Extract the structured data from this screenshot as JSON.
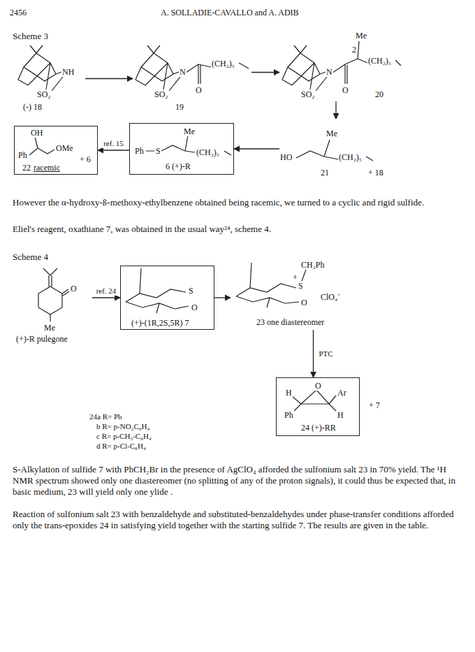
{
  "diagram": {
    "nodes": [
      {
        "text": [
          "NH",
          "SO₂",
          "(-) 18"
        ]
      },
      {
        "text": [
          "N",
          "SO₂",
          "(CH₂)₅",
          "O",
          "19"
        ]
      },
      {
        "text": [
          "Me",
          "2",
          "N",
          "SO₂",
          "(CH₂)₅",
          "O",
          "20"
        ]
      },
      {
        "text": [
          "OH",
          "OMe",
          "Ph",
          "22",
          "racemic",
          "+ 6"
        ]
      },
      {
        "text": [
          "Me",
          "Ph",
          "S",
          "(CH₂)₅",
          "6 (+)-R"
        ]
      },
      {
        "text": [
          "Me",
          "HO",
          "(CH₂)₅",
          "21",
          "+ 18"
        ]
      },
      {
        "text": [
          "O",
          "Me",
          "(+)-R pulegone"
        ]
      },
      {
        "text": [
          "S",
          "O",
          "(+)-(1R,2S,5R) 7"
        ]
      },
      {
        "text": [
          "CH₂Ph",
          "S",
          "+",
          "O",
          "ClO₄⁻",
          "23 one diastereomer"
        ]
      },
      {
        "text": [
          "O",
          "H",
          "Ar",
          "Ph",
          "H",
          "24 (+)-RR"
        ]
      }
    ],
    "edges": [
      {
        "from": 0,
        "to": 1,
        "arrow": "to"
      },
      {
        "from": 1,
        "to": 2,
        "arrow": "to"
      },
      {
        "from": 2,
        "to": 5,
        "arrow": "to"
      },
      {
        "from": 5,
        "to": 4,
        "arrow": "to"
      },
      {
        "from": 4,
        "to": 3,
        "label": "ref. 15",
        "arrow": "to"
      },
      {
        "from": 6,
        "to": 7,
        "label": "ref. 24",
        "arrow": "to"
      },
      {
        "from": 7,
        "to": 8,
        "arrow": "to"
      },
      {
        "from": 8,
        "to": 9,
        "label": "PTC",
        "arrow": "to"
      }
    ],
    "labels": [
      "2456",
      "A. SOLLADIE-CAVALLO and A. ADIB",
      "Scheme 3",
      "However the α-hydroxy-ß-methoxy-ethylbenzene obtained being racemic, we turned to a cyclic and rigid sulfide.",
      "Eliel's reagent, oxathiane 7, was obtained in the usual way²⁴, scheme 4.",
      "Scheme 4",
      "24a R= Ph",
      "b R= p-NO₂C₆H₄",
      "c R= p-CH₃-C₆H₄",
      "d R= p-Cl-C₆H₄",
      "+ 7",
      "S-Alkylation of sulfide 7 with PhCH₂Br in the presence of AgClO₄ afforded the sulfonium salt 23 in 70% yield. The ¹H NMR spectrum showed only one diastereomer (no splitting of any of the proton signals), it could thus be expected that, in basic medium, 23 will yield only one ylide .",
      "Reaction of sulfonium salt 23 with benzaldehyde and substituted-benzaldehydes under phase-transfer conditions afforded only the trans-epoxides 24 in satisfying yield together with the starting sulfide 7. The results are given in the table."
    ]
  }
}
